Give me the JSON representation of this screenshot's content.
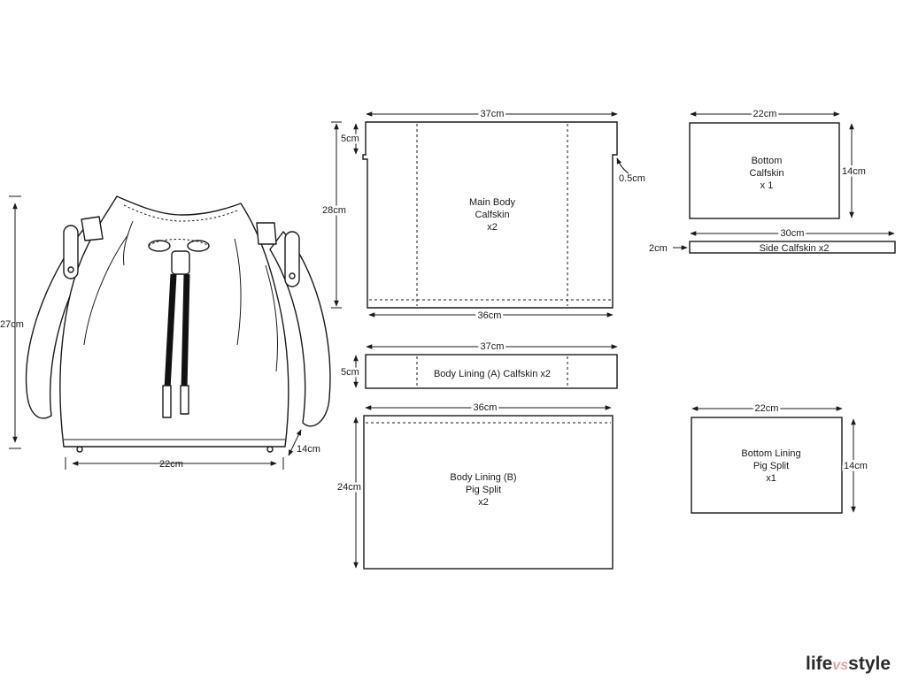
{
  "bag": {
    "height_label": "27cm",
    "width_label": "22cm",
    "depth_label": "14cm"
  },
  "pieces": {
    "main_body": {
      "name": "Main Body",
      "material": "Calfskin",
      "qty": "x2",
      "top_width": "37cm",
      "bottom_width": "36cm",
      "height": "28cm",
      "tab_height": "5cm",
      "notch": "0.5cm"
    },
    "body_lining_a": {
      "label": "Body Lining (A)  Calfskin  x2",
      "width": "37cm",
      "height": "5cm"
    },
    "body_lining_b": {
      "name": "Body Lining (B)",
      "material": "Pig Split",
      "qty": "x2",
      "width": "36cm",
      "height": "24cm"
    },
    "bottom": {
      "name": "Bottom",
      "material": "Calfskin",
      "qty": "x 1",
      "width": "22cm",
      "height": "14cm"
    },
    "side": {
      "label": "Side  Calfskin  x2",
      "width": "30cm",
      "height": "2cm"
    },
    "bottom_lining": {
      "name": "Bottom Lining",
      "material": "Pig Split",
      "qty": "x1",
      "width": "22cm",
      "height": "14cm"
    }
  },
  "logo": {
    "part1": "life",
    "part2": "vs",
    "part3": "style"
  }
}
